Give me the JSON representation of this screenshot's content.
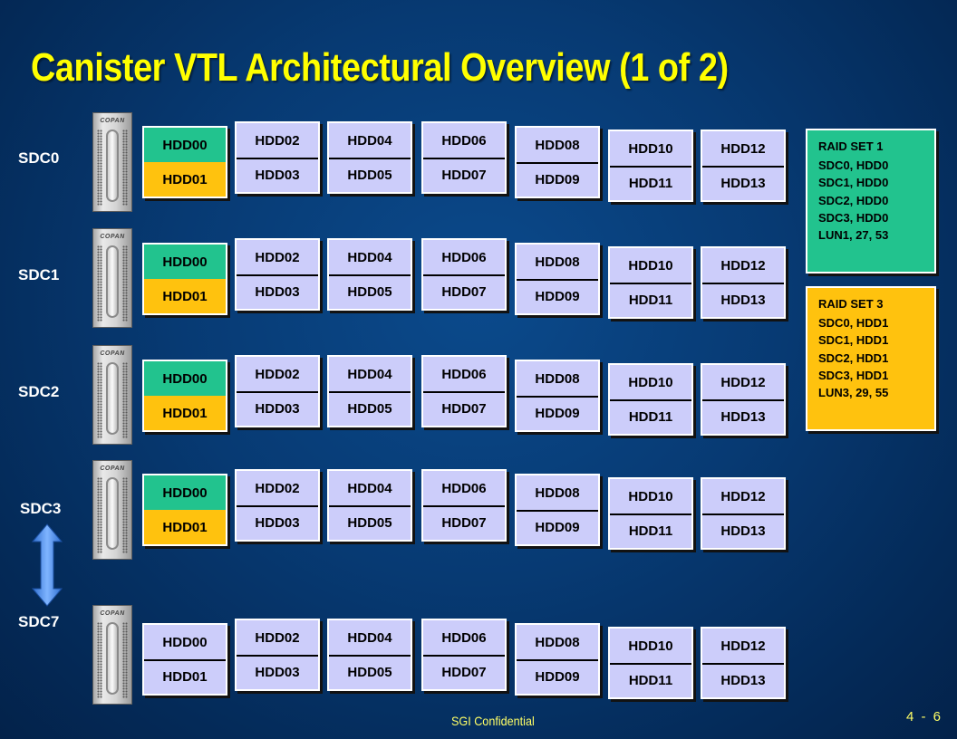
{
  "title": "Canister VTL Architectural Overview (1 of 2)",
  "controllers": [
    {
      "label": "SDC0",
      "colored": true,
      "pairs": [
        [
          "HDD00",
          "HDD01"
        ],
        [
          "HDD02",
          "HDD03"
        ],
        [
          "HDD04",
          "HDD05"
        ],
        [
          "HDD06",
          "HDD07"
        ],
        [
          "HDD08",
          "HDD09"
        ],
        [
          "HDD10",
          "HDD11"
        ],
        [
          "HDD12",
          "HDD13"
        ]
      ]
    },
    {
      "label": "SDC1",
      "colored": true,
      "pairs": [
        [
          "HDD00",
          "HDD01"
        ],
        [
          "HDD02",
          "HDD03"
        ],
        [
          "HDD04",
          "HDD05"
        ],
        [
          "HDD06",
          "HDD07"
        ],
        [
          "HDD08",
          "HDD09"
        ],
        [
          "HDD10",
          "HDD11"
        ],
        [
          "HDD12",
          "HDD13"
        ]
      ]
    },
    {
      "label": "SDC2",
      "colored": true,
      "pairs": [
        [
          "HDD00",
          "HDD01"
        ],
        [
          "HDD02",
          "HDD03"
        ],
        [
          "HDD04",
          "HDD05"
        ],
        [
          "HDD06",
          "HDD07"
        ],
        [
          "HDD08",
          "HDD09"
        ],
        [
          "HDD10",
          "HDD11"
        ],
        [
          "HDD12",
          "HDD13"
        ]
      ]
    },
    {
      "label": "SDC3",
      "colored": true,
      "pairs": [
        [
          "HDD00",
          "HDD01"
        ],
        [
          "HDD02",
          "HDD03"
        ],
        [
          "HDD04",
          "HDD05"
        ],
        [
          "HDD06",
          "HDD07"
        ],
        [
          "HDD08",
          "HDD09"
        ],
        [
          "HDD10",
          "HDD11"
        ],
        [
          "HDD12",
          "HDD13"
        ]
      ]
    },
    {
      "label": "SDC7",
      "colored": false,
      "pairs": [
        [
          "HDD00",
          "HDD01"
        ],
        [
          "HDD02",
          "HDD03"
        ],
        [
          "HDD04",
          "HDD05"
        ],
        [
          "HDD06",
          "HDD07"
        ],
        [
          "HDD08",
          "HDD09"
        ],
        [
          "HDD10",
          "HDD11"
        ],
        [
          "HDD12",
          "HDD13"
        ]
      ]
    }
  ],
  "canister_logo": "COPAN",
  "raid_sets": [
    {
      "kind": "r1",
      "lines": [
        "RAID SET 1",
        "SDC0, HDD0",
        "SDC1, HDD0",
        "SDC2, HDD0",
        "SDC3, HDD0",
        "LUN1, 27, 53"
      ]
    },
    {
      "kind": "r3",
      "lines": [
        "RAID SET 3",
        "SDC0, HDD1",
        "SDC1, HDD1",
        "SDC2, HDD1",
        "SDC3, HDD1",
        "LUN3, 29, 55"
      ]
    }
  ],
  "footer": "SGI Confidential",
  "page_number": "4 - 6",
  "colors": {
    "title": "#ffff00",
    "hdd_even": "#22c38e",
    "hdd_odd": "#ffc20e",
    "hdd_default": "#cccdfa",
    "arrow": "#4a90e2"
  }
}
